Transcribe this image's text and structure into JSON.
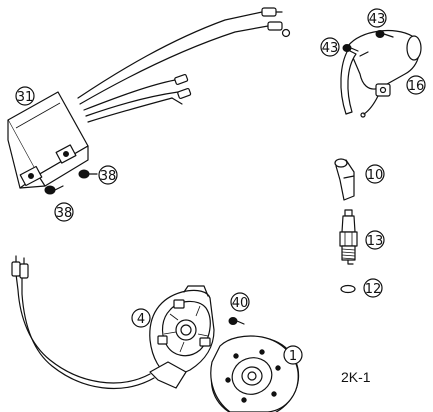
{
  "callouts": [
    {
      "id": "c31",
      "label": "31"
    },
    {
      "id": "c38a",
      "label": "38"
    },
    {
      "id": "c38b",
      "label": "38"
    },
    {
      "id": "c43a",
      "label": "43"
    },
    {
      "id": "c43b",
      "label": "43"
    },
    {
      "id": "c16",
      "label": "16"
    },
    {
      "id": "c10",
      "label": "10"
    },
    {
      "id": "c13",
      "label": "13"
    },
    {
      "id": "c12",
      "label": "12"
    },
    {
      "id": "c40",
      "label": "40"
    },
    {
      "id": "c4",
      "label": "4"
    },
    {
      "id": "c1",
      "label": "1"
    }
  ],
  "figure_label": "2K-1"
}
